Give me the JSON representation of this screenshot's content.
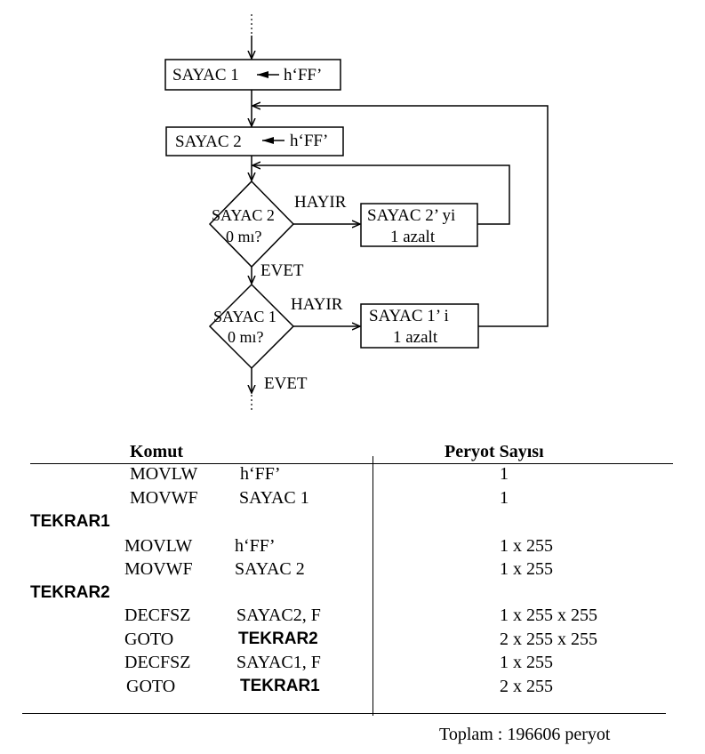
{
  "flowchart": {
    "init_sayac1": "SAYAC 1",
    "init_sayac1_value": "h‘FF’",
    "init_sayac2": "SAYAC 2",
    "init_sayac2_value": "h‘FF’",
    "decision1_line1": "SAYAC 2",
    "decision1_line2": "0 mı?",
    "decision2_line1": "SAYAC 1",
    "decision2_line2": "0 mı?",
    "dec_sayac2_line1": "SAYAC 2’ yi",
    "dec_sayac2_line2": "1 azalt",
    "dec_sayac1_line1": "SAYAC 1’ i",
    "dec_sayac1_line2": "1 azalt",
    "no_label_1": "HAYIR",
    "no_label_2": "HAYIR",
    "yes_label_1": "EVET",
    "yes_label_2": "EVET"
  },
  "table": {
    "header_command": "Komut",
    "header_cycles": "Peryot Sayısı",
    "rows": [
      {
        "label": "",
        "op": "MOVLW",
        "arg": "h‘FF’",
        "cycles": "1"
      },
      {
        "label": "",
        "op": "MOVWF",
        "arg": "SAYAC 1",
        "cycles": "1"
      },
      {
        "label": "TEKRAR1",
        "op": "",
        "arg": "",
        "cycles": ""
      },
      {
        "label": "",
        "op": "MOVLW",
        "arg": "h‘FF’",
        "cycles": "1 x 255"
      },
      {
        "label": "",
        "op": "MOVWF",
        "arg": "SAYAC 2",
        "cycles": "1 x 255"
      },
      {
        "label": "TEKRAR2",
        "op": "",
        "arg": "",
        "cycles": ""
      },
      {
        "label": "",
        "op": "DECFSZ",
        "arg": "SAYAC2, F",
        "cycles": "1 x 255 x 255"
      },
      {
        "label": "",
        "op": "GOTO",
        "arg": "TEKRAR2",
        "cycles": "2 x 255 x 255"
      },
      {
        "label": "",
        "op": "DECFSZ",
        "arg": "SAYAC1, F",
        "cycles": "1 x 255"
      },
      {
        "label": "",
        "op": "GOTO",
        "arg": "TEKRAR1",
        "cycles": "2 x 255"
      }
    ],
    "total": "Toplam : 196606 peryot"
  }
}
